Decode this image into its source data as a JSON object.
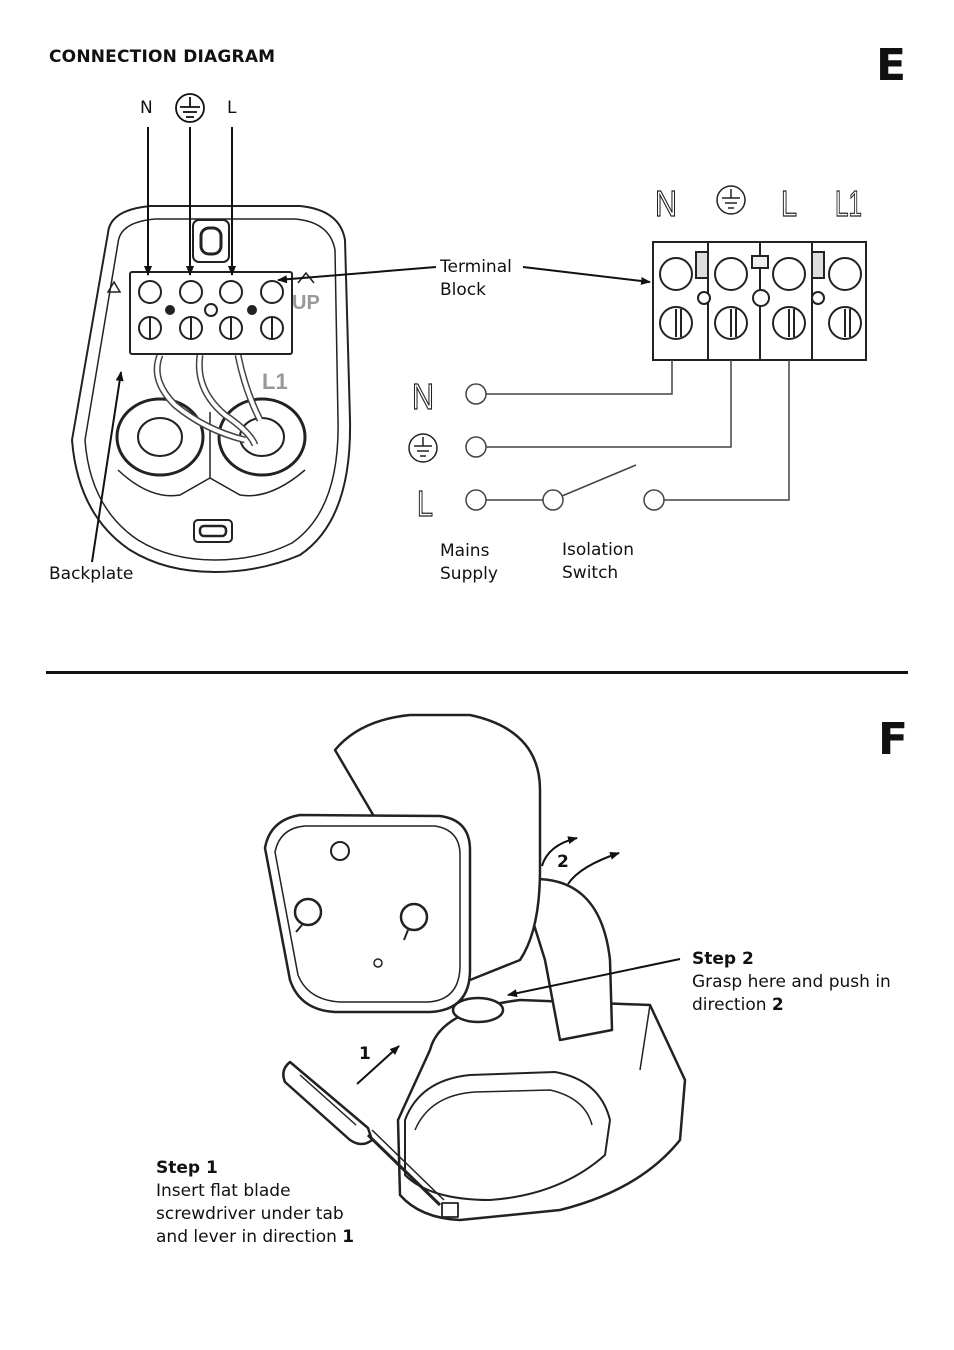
{
  "heading": "CONNECTION DIAGRAM",
  "section_e": "E",
  "section_f": "F",
  "wire_labels": {
    "n": "N",
    "l": "L"
  },
  "backplate_marks": {
    "up": "UP",
    "l1": "L1"
  },
  "terminal_letters": {
    "n": "N",
    "l": "L",
    "l1": "L1"
  },
  "mains_letters": {
    "n": "N",
    "l": "L"
  },
  "callouts": {
    "terminal_block": [
      "Terminal",
      "Block"
    ],
    "backplate": "Backplate",
    "mains_supply": [
      "Mains",
      "Supply"
    ],
    "isolation_switch": [
      "Isolation",
      "Switch"
    ]
  },
  "steps": {
    "step1": {
      "title": "Step 1",
      "lines": [
        "Insert flat blade",
        "screwdriver under tab"
      ],
      "last_prefix": "and lever in direction ",
      "last_num": "1"
    },
    "step2": {
      "title": "Step 2",
      "lines": [
        "Grasp here and push in"
      ],
      "last_prefix": "direction ",
      "last_num": "2"
    }
  },
  "arrow_numbers": {
    "one": "1",
    "two": "2"
  }
}
